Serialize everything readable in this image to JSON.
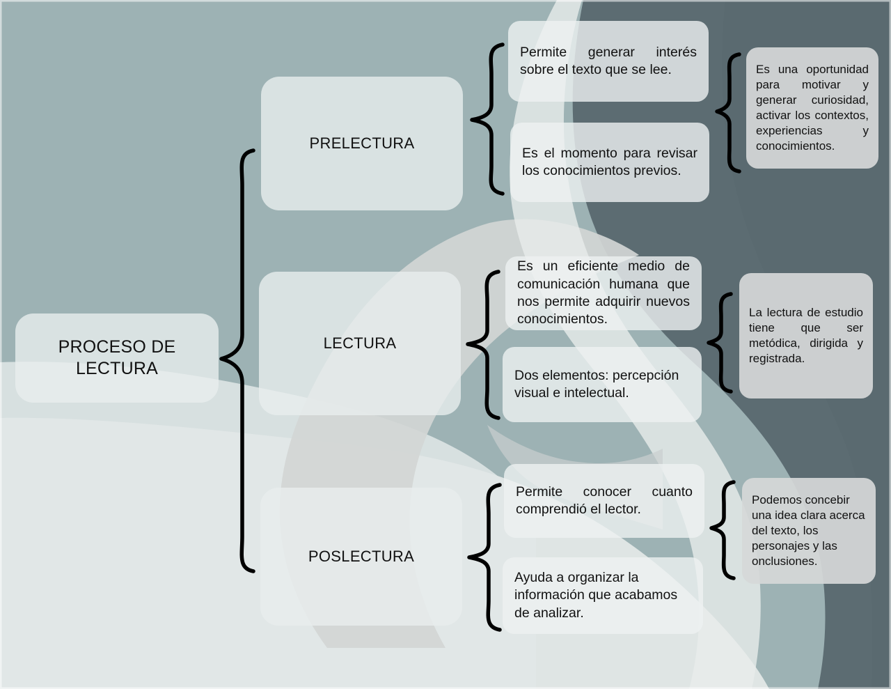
{
  "diagram": {
    "title_node": {
      "label": "PROCESO DE\nLECTURA"
    },
    "branches": [
      {
        "stage_label": "PRELECTURA",
        "details": [
          {
            "text": "Permite generar interés sobre el texto que se lee.",
            "align": "justify"
          },
          {
            "text": "Es el momento para revisar los conocimientos previos.",
            "align": "justify"
          }
        ],
        "summary": {
          "text": "Es una oportunidad para motivar y generar curiosidad, activar los contextos, experiencias y conocimientos.",
          "align": "justify"
        }
      },
      {
        "stage_label": "LECTURA",
        "details": [
          {
            "text": "Es un eficiente medio de comunicación humana que nos permite adquirir nuevos conocimientos.",
            "align": "justify"
          },
          {
            "text": "Dos elementos: percepción visual e intelectual.",
            "align": "left"
          }
        ],
        "summary": {
          "text": "La lectura de estudio tiene que ser metódica, dirigida y registrada.",
          "align": "justify"
        }
      },
      {
        "stage_label": "POSLECTURA",
        "details": [
          {
            "text": "Permite conocer cuanto comprendió el lector.",
            "align": "justify"
          },
          {
            "text": "Ayuda a organizar la información que acabamos de analizar.",
            "align": "left"
          }
        ],
        "summary": {
          "text": "Podemos concebir una idea clara acerca del texto, los personajes y las onclusiones.",
          "align": "left"
        }
      }
    ],
    "colors": {
      "background_teal": "#9db2b4",
      "background_dark_slate": "#5c6c72",
      "background_pale": "#dde4e3",
      "background_light_blob": "#d2d5d4",
      "node_fill": "#e9eeee",
      "summary_fill": "#d6d8d8",
      "brace_stroke": "#000000",
      "text": "#111111"
    }
  }
}
